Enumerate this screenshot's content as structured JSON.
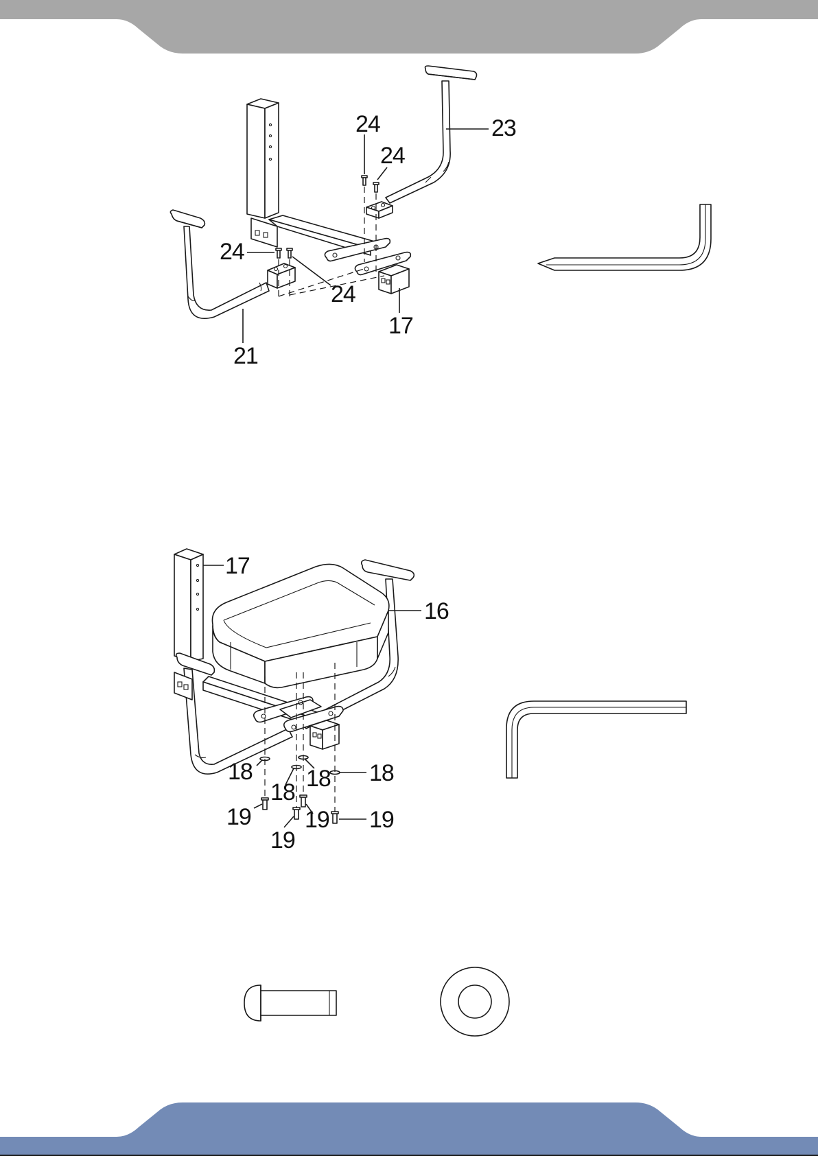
{
  "colors": {
    "header_band": "#a7a7a7",
    "footer_band": "#738bb6",
    "line": "#1a1a1a",
    "page": "#ffffff"
  },
  "step1": {
    "callouts": {
      "part_24_a": "24",
      "part_24_b": "24",
      "part_24_c": "24",
      "part_24_d": "24",
      "part_23": "23",
      "part_21": "21",
      "part_17": "17"
    },
    "tool_icon": "allen-key-icon"
  },
  "step2": {
    "callouts": {
      "part_17": "17",
      "part_16": "16",
      "part_18_a": "18",
      "part_18_b": "18",
      "part_18_c": "18",
      "part_18_d": "18",
      "part_19_a": "19",
      "part_19_b": "19",
      "part_19_c": "19",
      "part_19_d": "19"
    },
    "tool_icon": "allen-key-icon"
  },
  "hardware": {
    "bolt_icon": "bolt-icon",
    "washer_icon": "washer-icon"
  }
}
